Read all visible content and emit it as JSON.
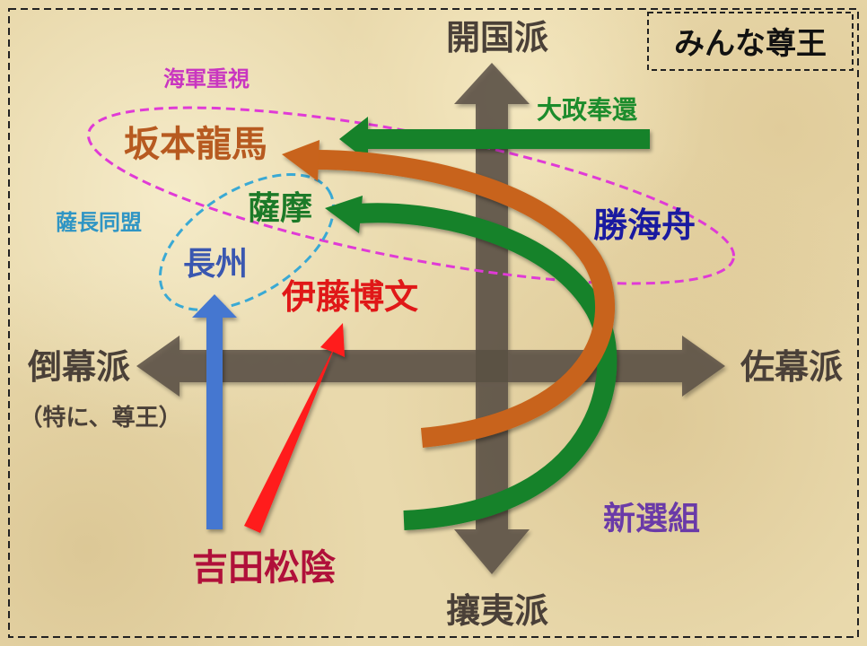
{
  "axes": {
    "top": "開国派",
    "bottom": "攘夷派",
    "left": "倒幕派",
    "left_sub": "（特に、尊王）",
    "right": "佐幕派"
  },
  "corner_label": "みんな尊王",
  "groups": {
    "navy": "海軍重視",
    "alliance": "薩長同盟"
  },
  "people": {
    "ryoma": "坂本龍馬",
    "satsuma": "薩摩",
    "choshu": "長州",
    "ito": "伊藤博文",
    "katsu": "勝海舟",
    "yoshida": "吉田松陰",
    "shinsengumi": "新選組"
  },
  "events": {
    "taisei_hokan": "大政奉還"
  },
  "colors": {
    "axis": "#5b5044",
    "navy_ellipse": "#e03ad6",
    "alliance_ellipse": "#3aa9d4",
    "green": "#14822a",
    "orange": "#c8641a",
    "red": "#ff1a1a",
    "blue": "#4477d0",
    "ryoma_text": "#b75a20",
    "satsuma_text": "#1c7a28",
    "choshu_text": "#3a57b0",
    "ito_text": "#e01818",
    "katsu_text": "#1a1aa0",
    "yoshida_text": "#b0103a",
    "shinsengumi_text": "#6a3aa8",
    "navy_text": "#c936c0",
    "alliance_text": "#2f95c4",
    "taisei_text": "#1c8c2c"
  }
}
